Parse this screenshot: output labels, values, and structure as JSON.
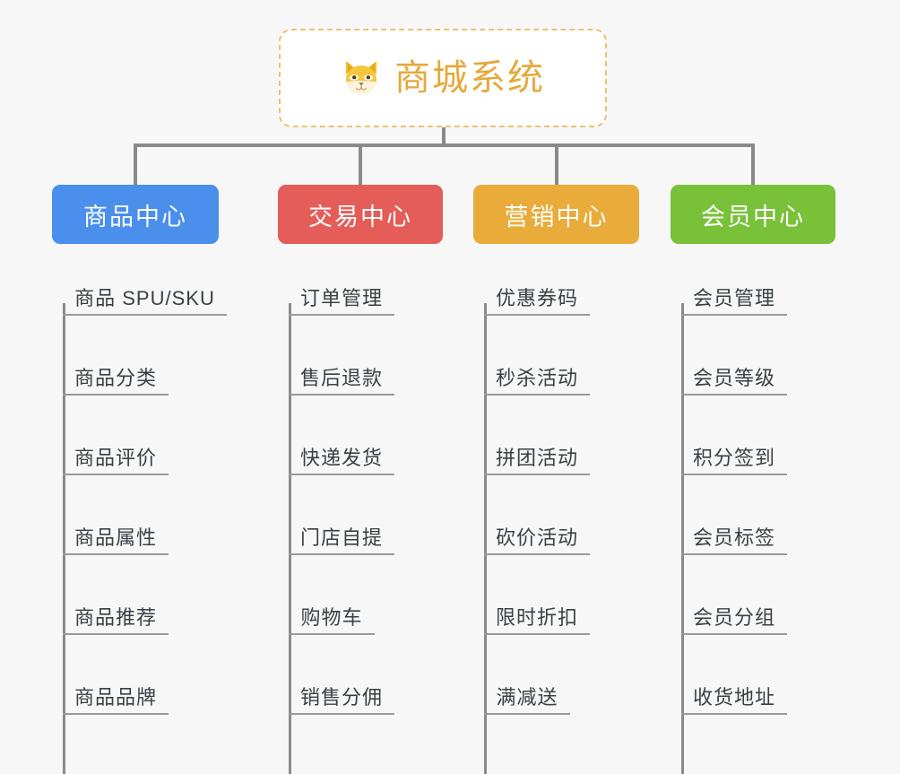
{
  "root": {
    "title": "商城系统",
    "icon": "shiba-inu-emoji",
    "border_color": "#f0c070",
    "text_color": "#e5a93c"
  },
  "background_color": "#f7f7f7",
  "connector_color": "#8a8a8a",
  "columns": [
    {
      "id": "product-center",
      "label": "商品中心",
      "color": "#4a8feb",
      "items": [
        "商品 SPU/SKU",
        "商品分类",
        "商品评价",
        "商品属性",
        "商品推荐",
        "商品品牌"
      ]
    },
    {
      "id": "trade-center",
      "label": "交易中心",
      "color": "#e55d58",
      "items": [
        "订单管理",
        "售后退款",
        "快递发货",
        "门店自提",
        "购物车",
        "销售分佣"
      ]
    },
    {
      "id": "marketing-center",
      "label": "营销中心",
      "color": "#e9ac3a",
      "items": [
        "优惠券码",
        "秒杀活动",
        "拼团活动",
        "砍价活动",
        "限时折扣",
        "满减送"
      ]
    },
    {
      "id": "member-center",
      "label": "会员中心",
      "color": "#79c139",
      "items": [
        "会员管理",
        "会员等级",
        "积分签到",
        "会员标签",
        "会员分组",
        "收货地址"
      ]
    }
  ]
}
